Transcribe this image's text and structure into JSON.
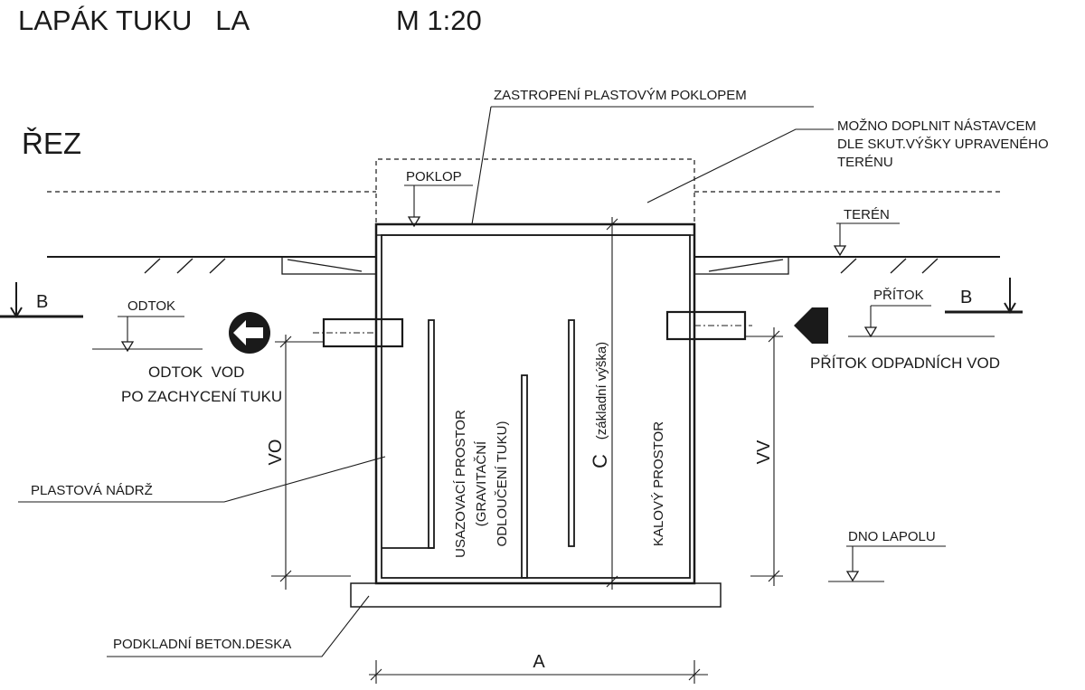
{
  "title": "LAPÁK TUKU   LA",
  "scale": "M  1:20",
  "section": "ŘEZ",
  "labels": {
    "cover_slab": "ZASTROPENÍ PLASTOVÝM POKLOPEM",
    "extension_1": "MOŽNO DOPLNIT NÁSTAVCEM",
    "extension_2": "DLE SKUT.VÝŠKY UPRAVENÉHO",
    "extension_3": "TERÉNU",
    "lid": "POKLOP",
    "terrain": "TERÉN",
    "outlet": "ODTOK",
    "outlet_desc_1": "ODTOK  VOD",
    "outlet_desc_2": "PO ZACHYCENÍ TUKU",
    "inlet": "PŘÍTOK",
    "inlet_desc": "PŘÍTOK ODPADNÍCH VOD",
    "section_mark": "B",
    "tank": "PLASTOVÁ NÁDRŽ",
    "slab": "PODKLADNÍ BETON.DESKA",
    "bottom": "DNO LAPOLU",
    "dim_vo": "VO",
    "dim_vv": "VV",
    "dim_c": "C",
    "dim_c_note": "(základní výška)",
    "dim_a": "A",
    "settling_1": "USAZOVACÍ PROSTOR",
    "settling_2": "(GRAVITAČNÍ",
    "settling_3": "ODLOUČENÍ TUKU)",
    "sludge": "KALOVÝ PROSTOR"
  }
}
